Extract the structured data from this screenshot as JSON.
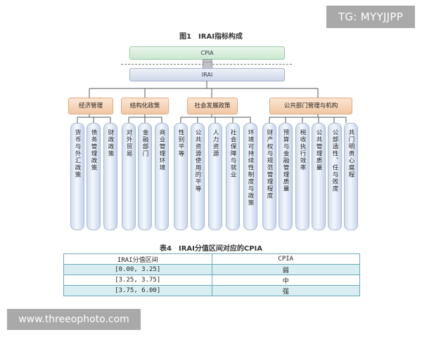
{
  "watermarks": {
    "top": "TG: MYYJJPP",
    "bottom": "www.threeophoto.com"
  },
  "figure": {
    "title": "图1　IRAI指标构成",
    "top_bar": "CPIA",
    "index_bar": "IRAI",
    "categories": [
      {
        "label": "经济管理",
        "items": [
          "货币与外汇政策",
          "债务管理政策",
          "财政政策"
        ]
      },
      {
        "label": "结构化政策",
        "items": [
          "对外贸易",
          "金融部门",
          "商业管理环境"
        ]
      },
      {
        "label": "社会发展政策",
        "items": [
          "性别平等",
          "公共资源使用的平等",
          "人力资源",
          "社会保障与就业",
          "环境可持续性制度与政策"
        ]
      },
      {
        "label": "公共部门管理与机构",
        "items": [
          "财产权与规范管理程度",
          "预算与金融管理质量",
          "税收执行效率",
          "公共管理质量",
          "公部透性、任与败度",
          "共门明责心腐程"
        ]
      }
    ]
  },
  "table": {
    "title": "表4　IRAI分值区间对应的CPIA",
    "headers": [
      "IRAI分值区间",
      "CPIA"
    ],
    "rows": [
      [
        "[0.00, 3.25]",
        "弱"
      ],
      [
        "[3.25, 3.75]",
        "中"
      ],
      [
        "[3.75, 6.00]",
        "强"
      ]
    ]
  },
  "colors": {
    "category_fill": "#f2c7a4",
    "column_fill": "#cfdcef",
    "table_stripe": "#d8eef2",
    "table_border": "#6aa9b6"
  }
}
